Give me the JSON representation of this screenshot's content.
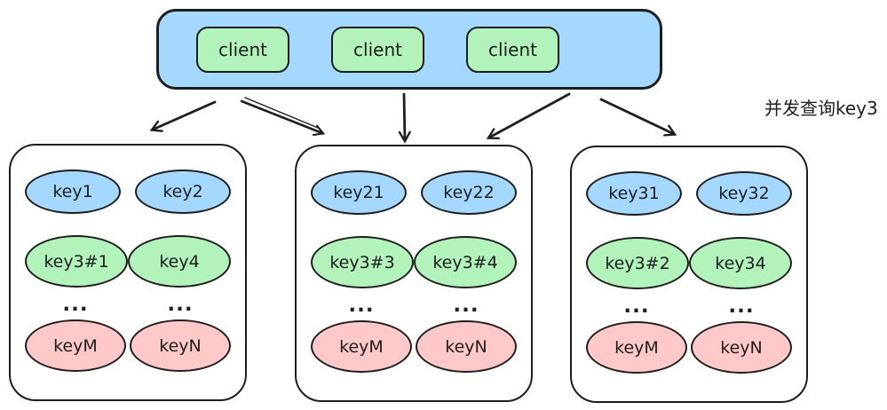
{
  "clients_box": {
    "clients": [
      "client",
      "client",
      "client"
    ]
  },
  "annotation": "并发查询key3",
  "ellipsis": "...",
  "shards": [
    {
      "keys_row1": [
        "key1",
        "key2"
      ],
      "keys_row2": [
        "key3#1",
        "key4"
      ],
      "keys_row3": [
        "keyM",
        "keyN"
      ]
    },
    {
      "keys_row1": [
        "key21",
        "key22"
      ],
      "keys_row2": [
        "key3#3",
        "key3#4"
      ],
      "keys_row3": [
        "keyM",
        "keyN"
      ]
    },
    {
      "keys_row1": [
        "key31",
        "key32"
      ],
      "keys_row2": [
        "key3#2",
        "key34"
      ],
      "keys_row3": [
        "keyM",
        "keyN"
      ]
    }
  ],
  "colors": {
    "stroke": "#1e1e1e",
    "clients_container_fill": "#a5d8ff",
    "client_fill": "#b2f2bb",
    "key_row1_fill": "#a5d8ff",
    "key_row2_fill": "#b2f2bb",
    "key_row3_fill": "#ffc9c9",
    "background": "#ffffff"
  }
}
